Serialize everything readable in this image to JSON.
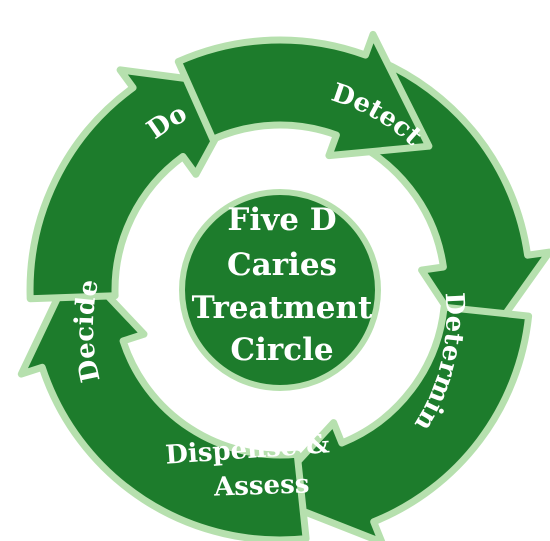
{
  "colors": {
    "arrow": "#1d7c2c",
    "glow": "#b6e0ae",
    "background": "#ffffff",
    "text": "#ffffff"
  },
  "segments": [
    {
      "label": "Detect"
    },
    {
      "label": "Determine"
    },
    {
      "label": "Dispense &"
    },
    {
      "label": "Assess"
    },
    {
      "label": "Decide"
    },
    {
      "label": "Do"
    }
  ],
  "center": {
    "lines": [
      "Five D",
      "Caries",
      "Treatment",
      "Circle"
    ]
  }
}
